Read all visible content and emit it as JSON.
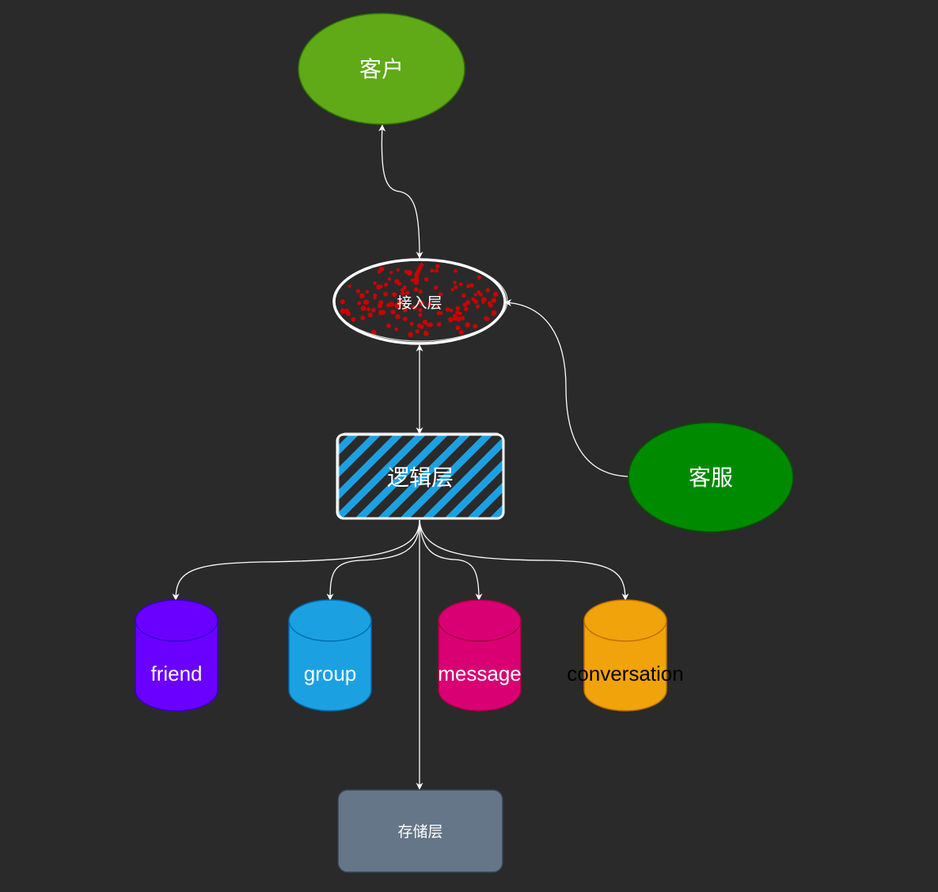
{
  "nodes": {
    "customer": {
      "label": "客户",
      "fill": "#60a917",
      "stroke": "#2d7600"
    },
    "access_layer": {
      "label": "接入层",
      "fill": "#2a2a2a",
      "stroke": "#ffffff",
      "dots": "#cc0000"
    },
    "logic_layer": {
      "label": "逻辑层",
      "fill": "#2a2a2a",
      "stroke": "#ffffff",
      "hatch": "#1ba1e2"
    },
    "support": {
      "label": "客服",
      "fill": "#008a00",
      "stroke": "#005700"
    },
    "friend_db": {
      "label": "friend",
      "fill": "#6a00ff",
      "stroke": "#3700cc"
    },
    "group_db": {
      "label": "group",
      "fill": "#1ba1e2",
      "stroke": "#006eaf"
    },
    "message_db": {
      "label": "message",
      "fill": "#d80073",
      "stroke": "#a50040"
    },
    "conversation_db": {
      "label": "conversation",
      "fill": "#f0a30a",
      "stroke": "#bd7000"
    },
    "storage_layer": {
      "label": "存储层",
      "fill": "#647687",
      "stroke": "#314354"
    }
  },
  "edges": [
    {
      "from": "customer",
      "to": "access_layer",
      "bidirectional": true
    },
    {
      "from": "support",
      "to": "access_layer",
      "bidirectional": false
    },
    {
      "from": "access_layer",
      "to": "logic_layer",
      "bidirectional": true
    },
    {
      "from": "logic_layer",
      "to": "friend_db",
      "bidirectional": false
    },
    {
      "from": "logic_layer",
      "to": "group_db",
      "bidirectional": false
    },
    {
      "from": "logic_layer",
      "to": "message_db",
      "bidirectional": false
    },
    {
      "from": "logic_layer",
      "to": "conversation_db",
      "bidirectional": false
    },
    {
      "from": "logic_layer",
      "to": "storage_layer",
      "bidirectional": false
    }
  ],
  "edge_color": "#ffffff"
}
